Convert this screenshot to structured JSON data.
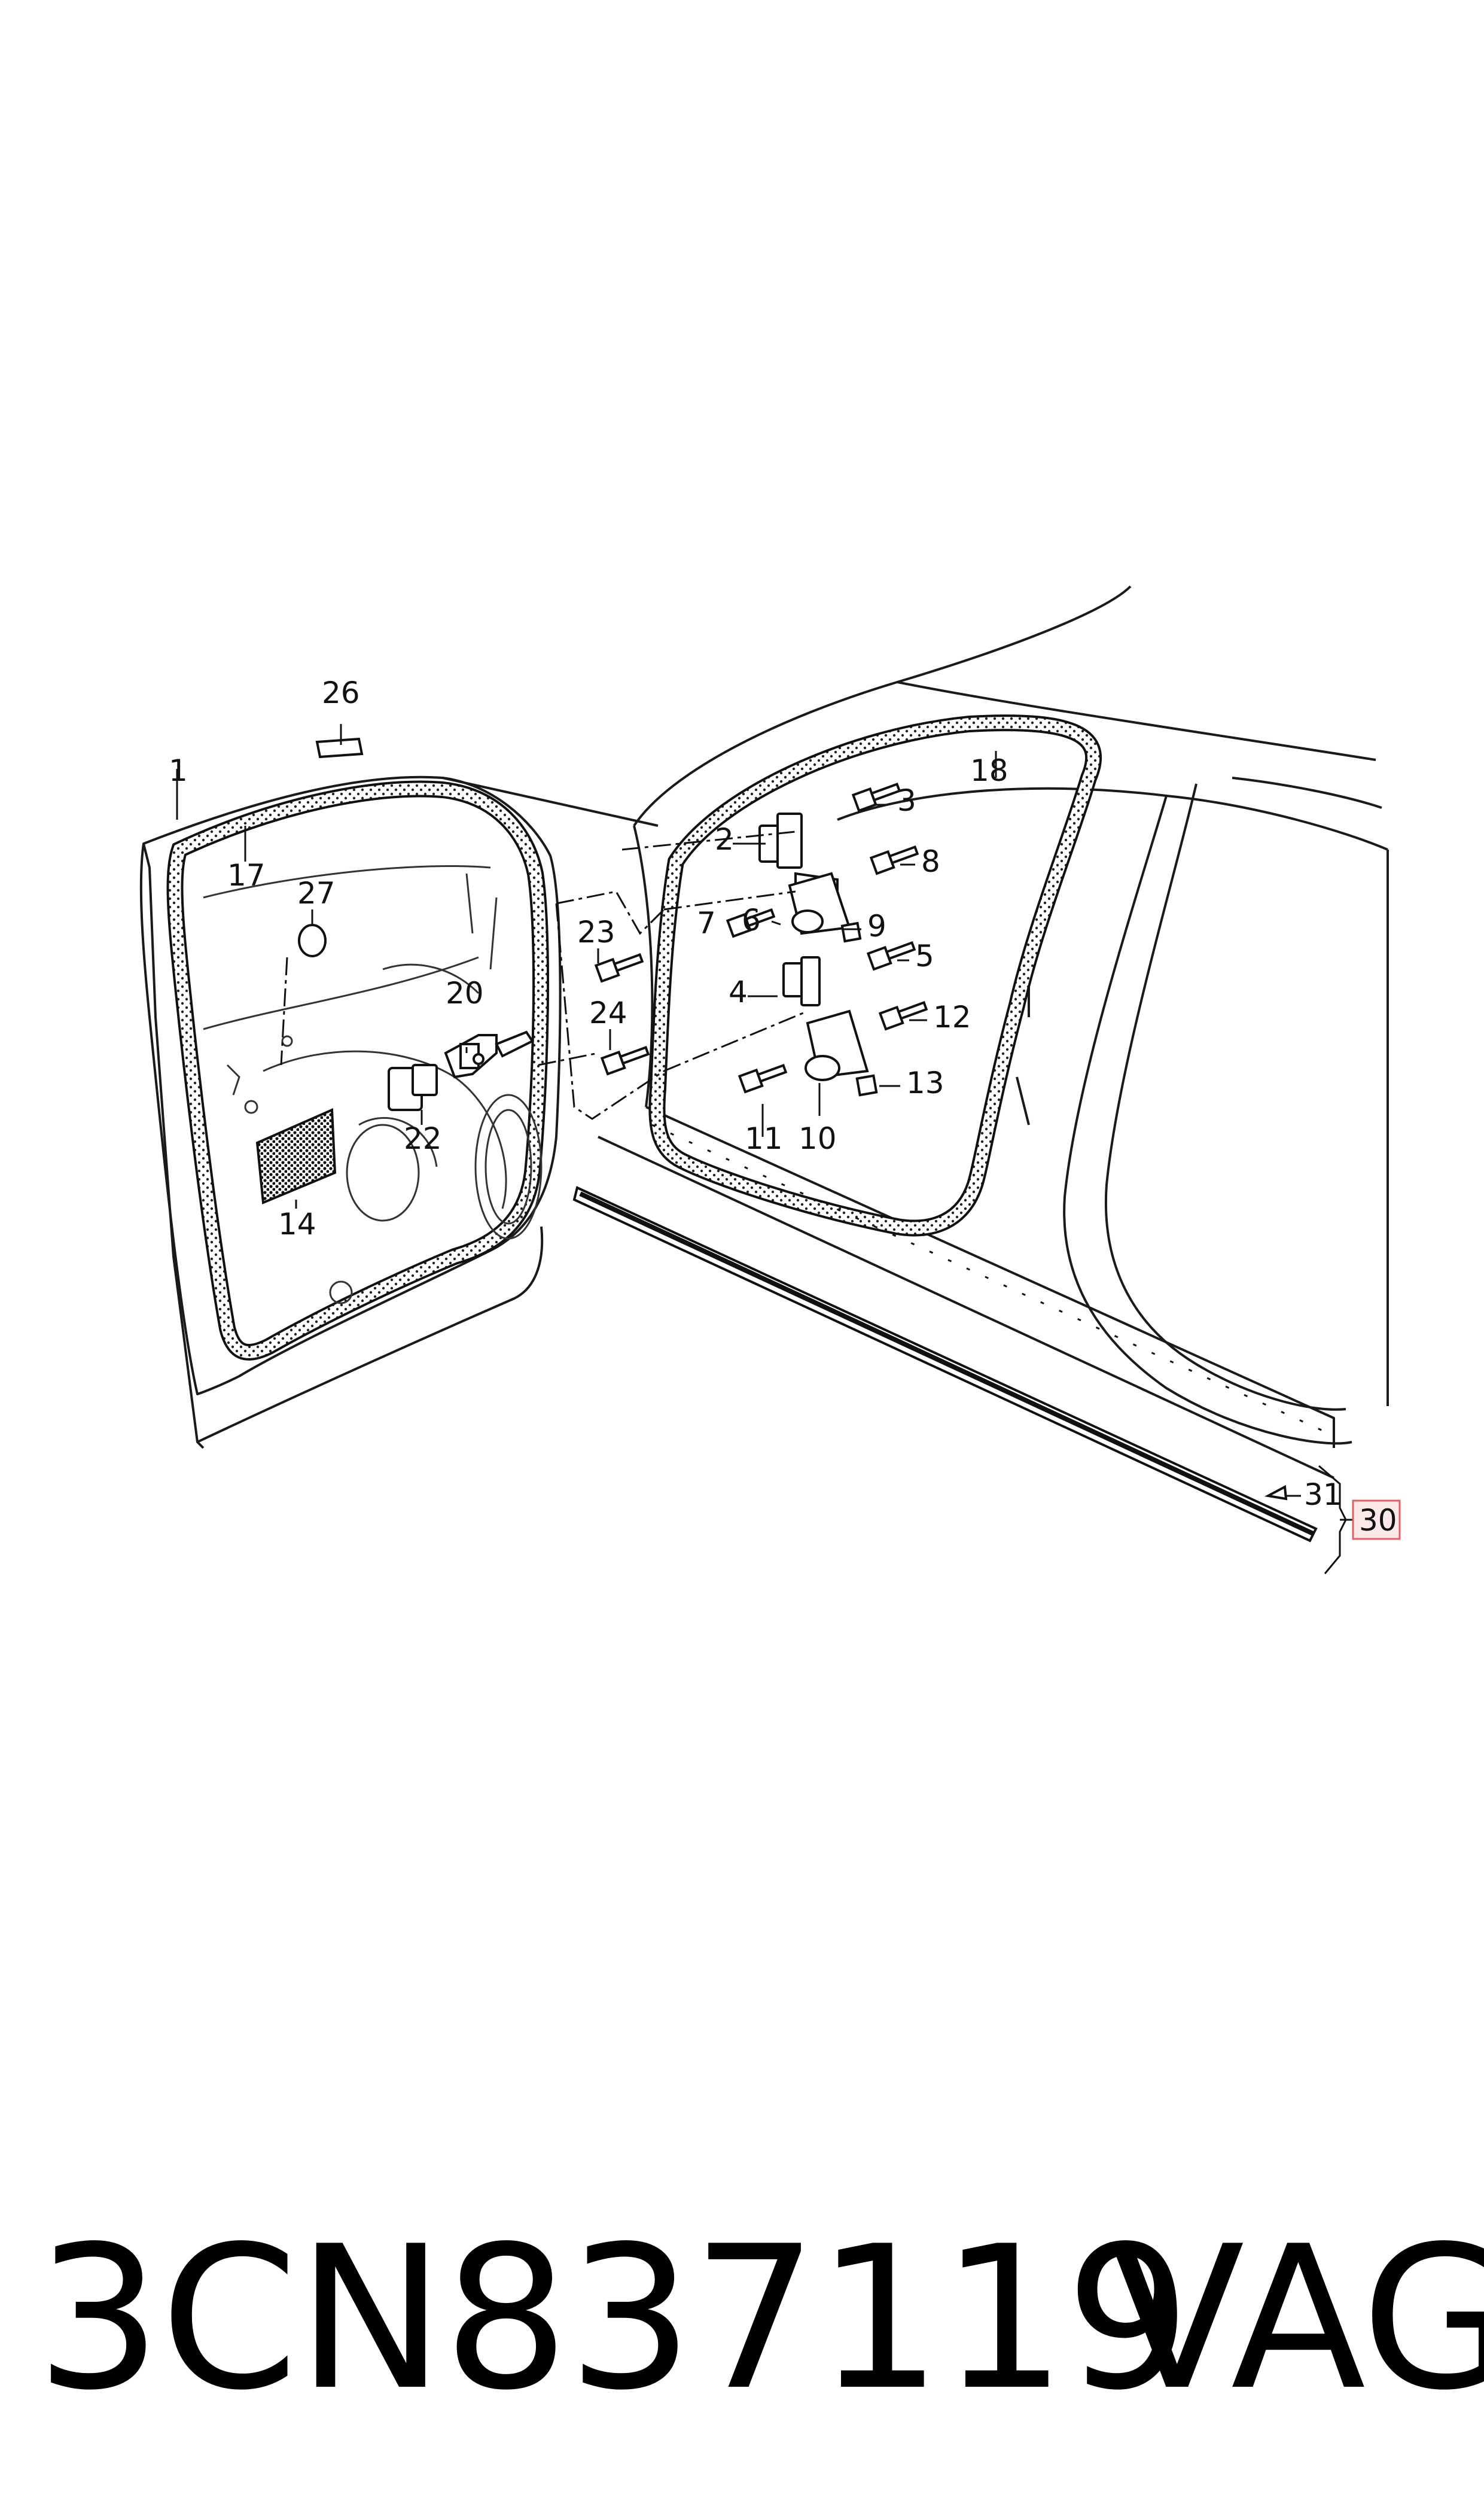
{
  "callouts": {
    "c1": "1",
    "c2": "2",
    "c3": "3",
    "c4": "4",
    "c5": "5",
    "c6": "6",
    "c7": "7",
    "c8": "8",
    "c9": "9",
    "c10": "10",
    "c11": "11",
    "c12": "12",
    "c13": "13",
    "c14": "14",
    "c17": "17",
    "c18": "18",
    "c20": "20",
    "c22": "22",
    "c23": "23",
    "c24": "24",
    "c26": "26",
    "c27": "27",
    "c30": "30",
    "c31": "31"
  },
  "footer": {
    "part_number": "3CN837119",
    "brand": "VAG"
  },
  "colors": {
    "line": "#1a1a1a",
    "highlight_box": "#e06060",
    "highlight_fill": "#fde8e8"
  }
}
